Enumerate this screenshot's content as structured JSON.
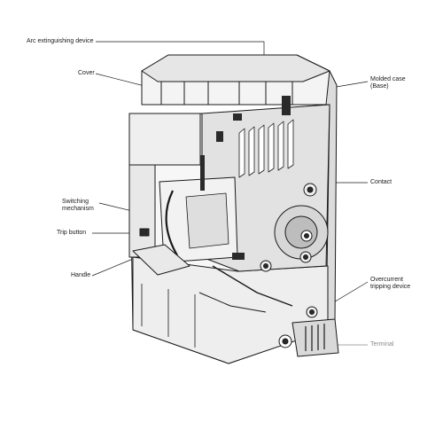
{
  "diagram": {
    "subject": "molded-case circuit breaker cutaway",
    "labels": {
      "arc": "Arc extinguishing device",
      "cover": "Cover",
      "molded_case_l1": "Molded case",
      "molded_case_l2": "(Base)",
      "contact": "Contact",
      "switching_l1": "Switching",
      "switching_l2": "mechanism",
      "trip_button": "Trip button",
      "handle": "Handle",
      "overcurrent_l1": "Overcurrent",
      "overcurrent_l2": "tripping device",
      "terminal": "Terminal"
    },
    "colors": {
      "line": "#1a1a1a",
      "body_fill": "#f4f4f4",
      "shade": "#cfcfcf",
      "dark": "#2a2a2a",
      "terminal_label": "#8a8a8a"
    }
  }
}
